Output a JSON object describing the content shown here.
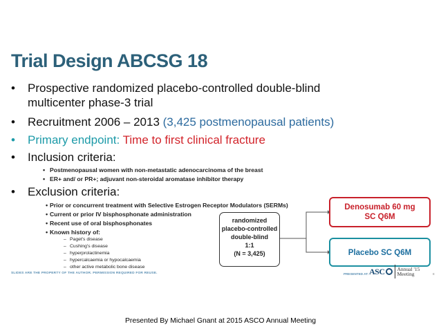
{
  "slide": {
    "title": "Trial Design ABCSG 18",
    "bullets": {
      "b1_line1": "Prospective randomized placebo-controlled double-blind",
      "b1_line2": "multicenter phase-3 trial",
      "b2_part1": "Recruitment 2006 – 2013 ",
      "b2_part2": "(3,425 postmenopausal patients)",
      "b3_part1": "Primary endpoint: ",
      "b3_part2": "Time to first clinical fracture",
      "b4": "Inclusion criteria:",
      "b5": "Exclusion criteria:"
    },
    "inclusion": [
      "Postmenopausal women with non-metastatic adenocarcinoma of the breast",
      "ER+ and/ or PR+; adjuvant non-steroidal aromatase inhibitor therapy"
    ],
    "exclusion": [
      "Prior or concurrent treatment with Selective Estrogen Receptor Modulators (SERMs)",
      "Current or prior IV bisphosphonate administration",
      "Recent use of oral bisphosphonates",
      "Known history of:"
    ],
    "history": [
      "Paget's disease",
      "Cushing's disease",
      "hyperprolactinemia",
      "hypercalcaemia or hypocalcaemia",
      "other active metabolic bone disease"
    ],
    "center_box": {
      "line1": "randomized",
      "line2": "placebo-controlled",
      "line3": "double-blind",
      "line4": "1:1",
      "line5": "(N = 3,425)"
    },
    "arm_red": {
      "line1": "Denosumab 60 mg",
      "line2": "SC Q6M"
    },
    "arm_teal": {
      "line1": "Placebo SC Q6M"
    },
    "footer": {
      "disclaimer": "SLIDES ARE THE PROPERTY OF THE AUTHOR. PERMISSION REQUIRED FOR REUSE.",
      "presented_at": "PRESENTED AT:",
      "asco": "ASC",
      "annual_line1": "Annual '15",
      "annual_line2": "Meeting",
      "page_number": "8"
    }
  },
  "caption": "Presented By Michael Gnant at 2015 ASCO Annual Meeting",
  "colors": {
    "title": "#2c6079",
    "blue": "#2c6a9e",
    "teal": "#1c9aa8",
    "red": "#d2232a",
    "arm_red_border": "#c8202a",
    "arm_teal_border": "#1a8fa0"
  }
}
